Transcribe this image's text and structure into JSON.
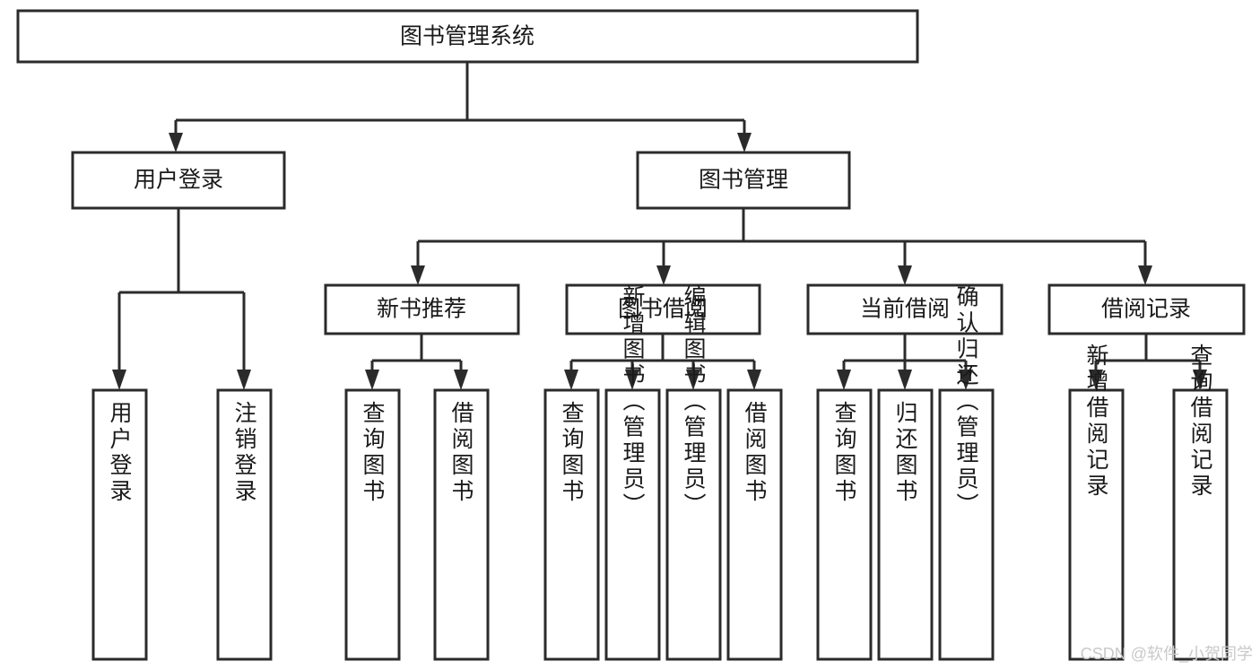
{
  "diagram": {
    "type": "tree-hierarchy-chart",
    "title": "图书管理系统",
    "orientation": "top-down",
    "colors": {
      "box_stroke": "#2b2b2b",
      "box_fill": "#ffffff",
      "connector": "#2b2b2b",
      "text": "#1a1a1a",
      "background": "#ffffff",
      "watermark": "#c9c9c9"
    },
    "levels": {
      "root": {
        "label": "图书管理系统"
      },
      "level2": [
        {
          "label": "用户登录"
        },
        {
          "label": "图书管理"
        }
      ],
      "level3": [
        {
          "label": "新书推荐"
        },
        {
          "label": "图书借阅"
        },
        {
          "label": "当前借阅"
        },
        {
          "label": "借阅记录"
        }
      ],
      "leaves": {
        "user_login": [
          {
            "label": "用户登录"
          },
          {
            "label": "注销登录"
          }
        ],
        "new_book_recommend": [
          {
            "label": "查询图书"
          },
          {
            "label": "借阅图书"
          }
        ],
        "book_borrow": [
          {
            "label": "查询图书"
          },
          {
            "label": "新增图书（管理员）"
          },
          {
            "label": "编辑图书（管理员）"
          },
          {
            "label": "借阅图书"
          }
        ],
        "current_borrow": [
          {
            "label": "查询图书"
          },
          {
            "label": "归还图书"
          },
          {
            "label": "确认归还（管理员）"
          }
        ],
        "borrow_record": [
          {
            "label": "新增借阅记录"
          },
          {
            "label": "查询借阅记录"
          }
        ]
      }
    }
  },
  "watermark": {
    "text": "CSDN @软件_小贺同学"
  }
}
